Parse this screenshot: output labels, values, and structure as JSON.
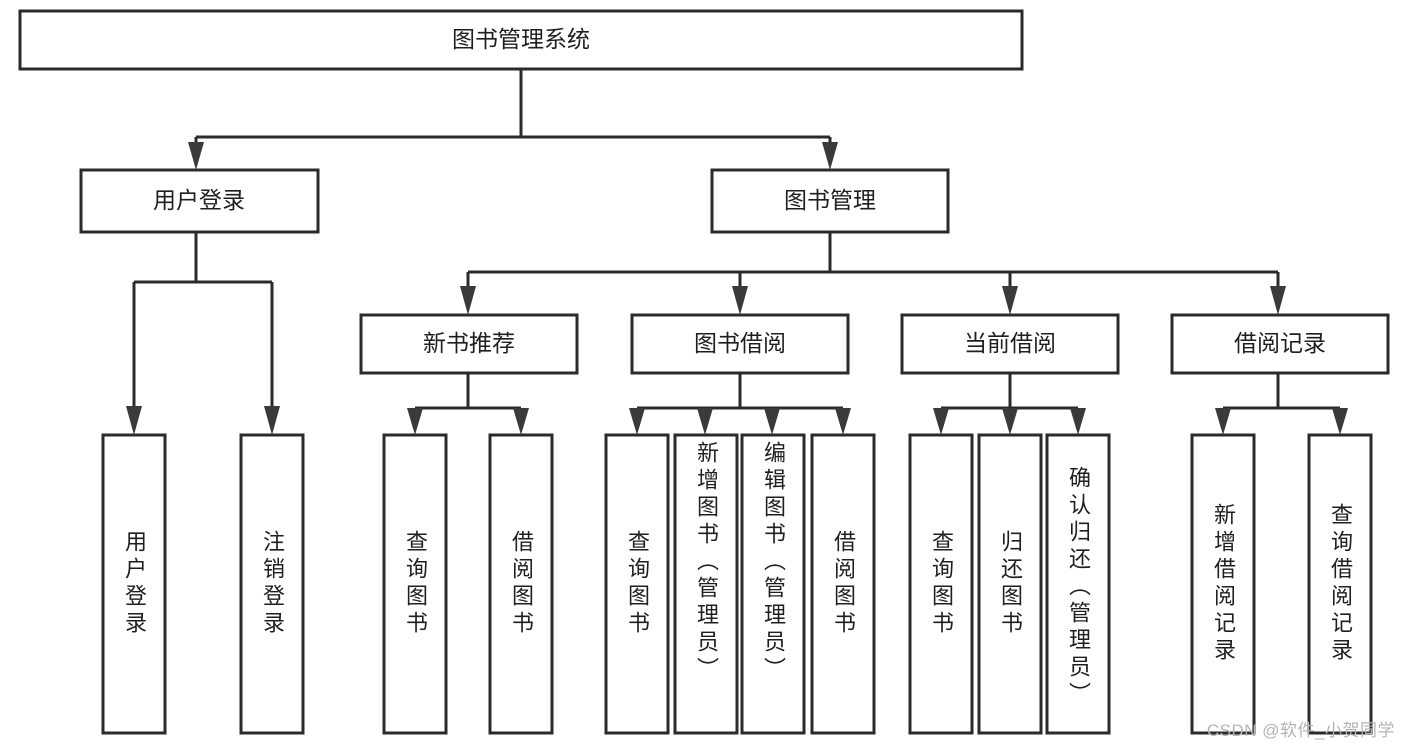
{
  "diagram": {
    "type": "tree",
    "title": "图书管理系统",
    "root": {
      "id": "root",
      "label": "图书管理系统",
      "orientation": "horizontal"
    },
    "level2": [
      {
        "id": "user-login",
        "label": "用户登录",
        "orientation": "horizontal"
      },
      {
        "id": "book-manage",
        "label": "图书管理",
        "orientation": "horizontal"
      }
    ],
    "level3": [
      {
        "id": "new-book-recommend",
        "label": "新书推荐",
        "orientation": "horizontal"
      },
      {
        "id": "book-borrow",
        "label": "图书借阅",
        "orientation": "horizontal"
      },
      {
        "id": "current-borrow",
        "label": "当前借阅",
        "orientation": "horizontal"
      },
      {
        "id": "borrow-record",
        "label": "借阅记录",
        "orientation": "horizontal"
      }
    ],
    "leaves": [
      {
        "id": "leaf-user-login",
        "parent": "user-login",
        "label": "用户登录",
        "orientation": "vertical"
      },
      {
        "id": "leaf-user-logout",
        "parent": "user-login",
        "label": "注销登录",
        "orientation": "vertical"
      },
      {
        "id": "leaf-query-book-1",
        "parent": "new-book-recommend",
        "label": "查询图书",
        "orientation": "vertical"
      },
      {
        "id": "leaf-borrow-book-1",
        "parent": "new-book-recommend",
        "label": "借阅图书",
        "orientation": "vertical"
      },
      {
        "id": "leaf-query-book-2",
        "parent": "book-borrow",
        "label": "查询图书",
        "orientation": "vertical"
      },
      {
        "id": "leaf-add-book",
        "parent": "book-borrow",
        "label": "新增图书（管理员）",
        "orientation": "vertical"
      },
      {
        "id": "leaf-edit-book",
        "parent": "book-borrow",
        "label": "编辑图书（管理员）",
        "orientation": "vertical"
      },
      {
        "id": "leaf-borrow-book-2",
        "parent": "book-borrow",
        "label": "借阅图书",
        "orientation": "vertical"
      },
      {
        "id": "leaf-query-book-3",
        "parent": "current-borrow",
        "label": "查询图书",
        "orientation": "vertical"
      },
      {
        "id": "leaf-return-book",
        "parent": "current-borrow",
        "label": "归还图书",
        "orientation": "vertical"
      },
      {
        "id": "leaf-confirm-return",
        "parent": "current-borrow",
        "label": "确认归还（管理员）",
        "orientation": "vertical"
      },
      {
        "id": "leaf-add-record",
        "parent": "borrow-record",
        "label": "新增借阅记录",
        "orientation": "vertical"
      },
      {
        "id": "leaf-query-record",
        "parent": "borrow-record",
        "label": "查询借阅记录",
        "orientation": "vertical"
      }
    ]
  },
  "watermark": {
    "text": "CSDN @软件_小贺同学"
  },
  "colors": {
    "box_stroke": "#2b2b2b",
    "box_fill": "#ffffff",
    "connector": "#2b2b2b",
    "text": "#1f1f1f",
    "watermark": "#b4b4b4",
    "background": "#ffffff"
  }
}
